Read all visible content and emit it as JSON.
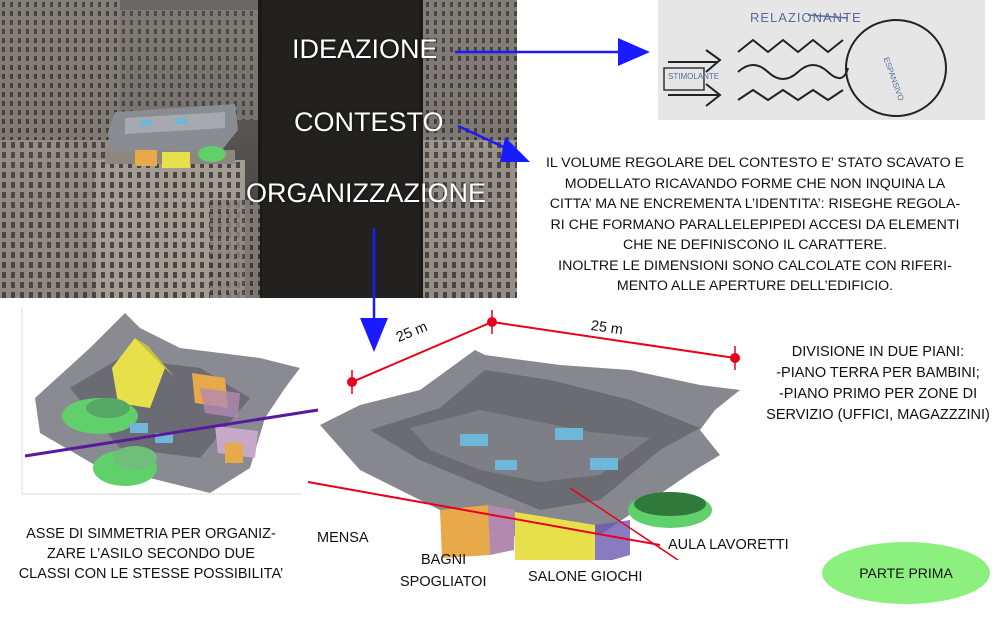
{
  "photo": {
    "steps": [
      "IDEAZIONE",
      "CONTESTO",
      "ORGANIZZAZIONE"
    ]
  },
  "sketch": {
    "title": "RELAZIONANTE",
    "left_label": "STIMOLANTE",
    "right_label": "ESPANSIVO"
  },
  "description": {
    "lines": [
      "IL VOLUME REGOLARE DEL CONTESTO E’ STATO SCAVATO E",
      "MODELLATO RICAVANDO FORME CHE NON INQUINA LA",
      "CITTA’ MA NE ENCREMENTA L’IDENTITA’: RISEGHE REGOLA-",
      "RI CHE FORMANO PARALLELEPIPEDI  ACCESI DA ELEMENTI",
      "CHE NE DEFINISCONO IL CARATTERE.",
      "INOLTRE LE DIMENSIONI SONO CALCOLATE CON RIFERI-",
      "MENTO ALLE APERTURE DELL’EDIFICIO."
    ]
  },
  "floors": {
    "lines": [
      "DIVISIONE IN DUE PIANI:",
      "-PIANO TERRA PER BAMBINI;",
      "-PIANO PRIMO PER ZONE DI",
      "SERVIZIO (UFFICI, MAGAZZZINI)"
    ]
  },
  "symmetry": {
    "lines": [
      "ASSE DI SIMMETRIA PER ORGANIZ-",
      "ZARE L’ASILO SECONDO DUE",
      "CLASSI CON LE STESSE POSSIBILITA’"
    ]
  },
  "dimensions": {
    "left": "25 m",
    "right": "25 m"
  },
  "rooms": {
    "mensa": "MENSA",
    "bagni": "BAGNI",
    "spogliatoi": "SPOGLIATOI",
    "salone": "SALONE GIOCHI",
    "aula": "AULA LAVORETTI"
  },
  "badge": "PARTE PRIMA",
  "colors": {
    "arrow_blue": "#1a1aff",
    "dimension_red": "#e8001c",
    "symmetry_purple": "#5a1aa0",
    "badge_green": "#8cf07f",
    "model_grey": "#7a7a7f",
    "accent_yellow": "#e8e04a",
    "accent_orange": "#e8a94a",
    "accent_green": "#5fd06a"
  }
}
